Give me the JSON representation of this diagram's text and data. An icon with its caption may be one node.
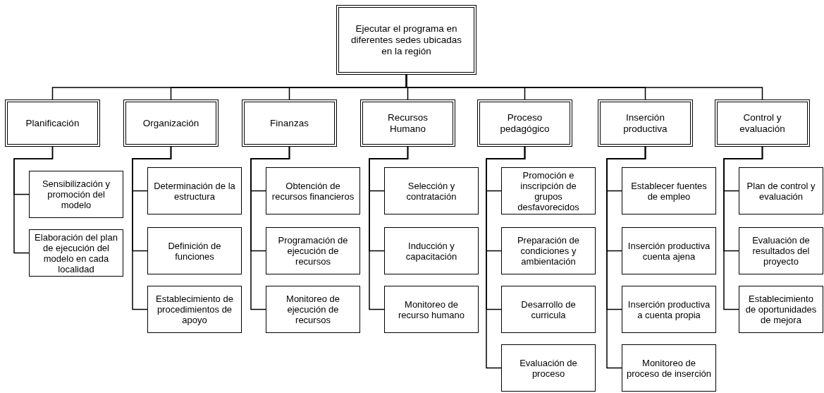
{
  "diagram": {
    "nodes": [
      {
        "text": [
          "Ejecutar el programa en diferentes sedes ubicadas en la región"
        ]
      },
      {
        "text": [
          "Planificación"
        ]
      },
      {
        "text": [
          "Organización"
        ]
      },
      {
        "text": [
          "Finanzas"
        ]
      },
      {
        "text": [
          "Recursos Humano"
        ]
      },
      {
        "text": [
          "Proceso pedagógico"
        ]
      },
      {
        "text": [
          "Inserción productiva"
        ]
      },
      {
        "text": [
          "Control y evaluación"
        ]
      },
      {
        "text": [
          "Sensibilización y promoción del modelo"
        ]
      },
      {
        "text": [
          "Elaboración del plan de ejecución del modelo en cada localidad"
        ]
      },
      {
        "text": [
          "Determinación de la estructura"
        ]
      },
      {
        "text": [
          "Definición de funciones"
        ]
      },
      {
        "text": [
          "Establecimiento de procedimientos de apoyo"
        ]
      },
      {
        "text": [
          "Obtención de recursos financieros"
        ]
      },
      {
        "text": [
          "Programación de ejecución de recursos"
        ]
      },
      {
        "text": [
          "Monitoreo de ejecución de recursos"
        ]
      },
      {
        "text": [
          "Selección y contratación"
        ]
      },
      {
        "text": [
          "Inducción y capacitación"
        ]
      },
      {
        "text": [
          "Monitoreo de recurso humano"
        ]
      },
      {
        "text": [
          "Promoción e inscripción de grupos desfavorecidos"
        ]
      },
      {
        "text": [
          "Preparación de condiciones y ambientación"
        ]
      },
      {
        "text": [
          "Desarrollo de curricula"
        ]
      },
      {
        "text": [
          "Evaluación de proceso"
        ]
      },
      {
        "text": [
          "Establecer fuentes de empleo"
        ]
      },
      {
        "text": [
          "Inserción productiva cuenta ajena"
        ]
      },
      {
        "text": [
          "Inserción productiva a cuenta propia"
        ]
      },
      {
        "text": [
          "Monitoreo de proceso de inserción"
        ]
      },
      {
        "text": [
          "Plan de control y evaluación"
        ]
      },
      {
        "text": [
          "Evaluación de resultados del proyecto"
        ]
      },
      {
        "text": [
          "Establecimiento de oportunidades de mejora"
        ]
      }
    ],
    "edges": [
      {
        "from": 0,
        "to": 1,
        "arrow": "none"
      },
      {
        "from": 0,
        "to": 2,
        "arrow": "none"
      },
      {
        "from": 0,
        "to": 3,
        "arrow": "none"
      },
      {
        "from": 0,
        "to": 4,
        "arrow": "none"
      },
      {
        "from": 0,
        "to": 5,
        "arrow": "none"
      },
      {
        "from": 0,
        "to": 6,
        "arrow": "none"
      },
      {
        "from": 0,
        "to": 7,
        "arrow": "none"
      },
      {
        "from": 1,
        "to": 8,
        "arrow": "none"
      },
      {
        "from": 1,
        "to": 9,
        "arrow": "none"
      },
      {
        "from": 2,
        "to": 10,
        "arrow": "none"
      },
      {
        "from": 2,
        "to": 11,
        "arrow": "none"
      },
      {
        "from": 2,
        "to": 12,
        "arrow": "none"
      },
      {
        "from": 3,
        "to": 13,
        "arrow": "none"
      },
      {
        "from": 3,
        "to": 14,
        "arrow": "none"
      },
      {
        "from": 3,
        "to": 15,
        "arrow": "none"
      },
      {
        "from": 4,
        "to": 16,
        "arrow": "none"
      },
      {
        "from": 4,
        "to": 17,
        "arrow": "none"
      },
      {
        "from": 4,
        "to": 18,
        "arrow": "none"
      },
      {
        "from": 5,
        "to": 19,
        "arrow": "none"
      },
      {
        "from": 5,
        "to": 20,
        "arrow": "none"
      },
      {
        "from": 5,
        "to": 21,
        "arrow": "none"
      },
      {
        "from": 5,
        "to": 22,
        "arrow": "none"
      },
      {
        "from": 6,
        "to": 23,
        "arrow": "none"
      },
      {
        "from": 6,
        "to": 24,
        "arrow": "none"
      },
      {
        "from": 6,
        "to": 25,
        "arrow": "none"
      },
      {
        "from": 6,
        "to": 26,
        "arrow": "none"
      },
      {
        "from": 7,
        "to": 27,
        "arrow": "none"
      },
      {
        "from": 7,
        "to": 28,
        "arrow": "none"
      },
      {
        "from": 7,
        "to": 29,
        "arrow": "none"
      }
    ]
  }
}
